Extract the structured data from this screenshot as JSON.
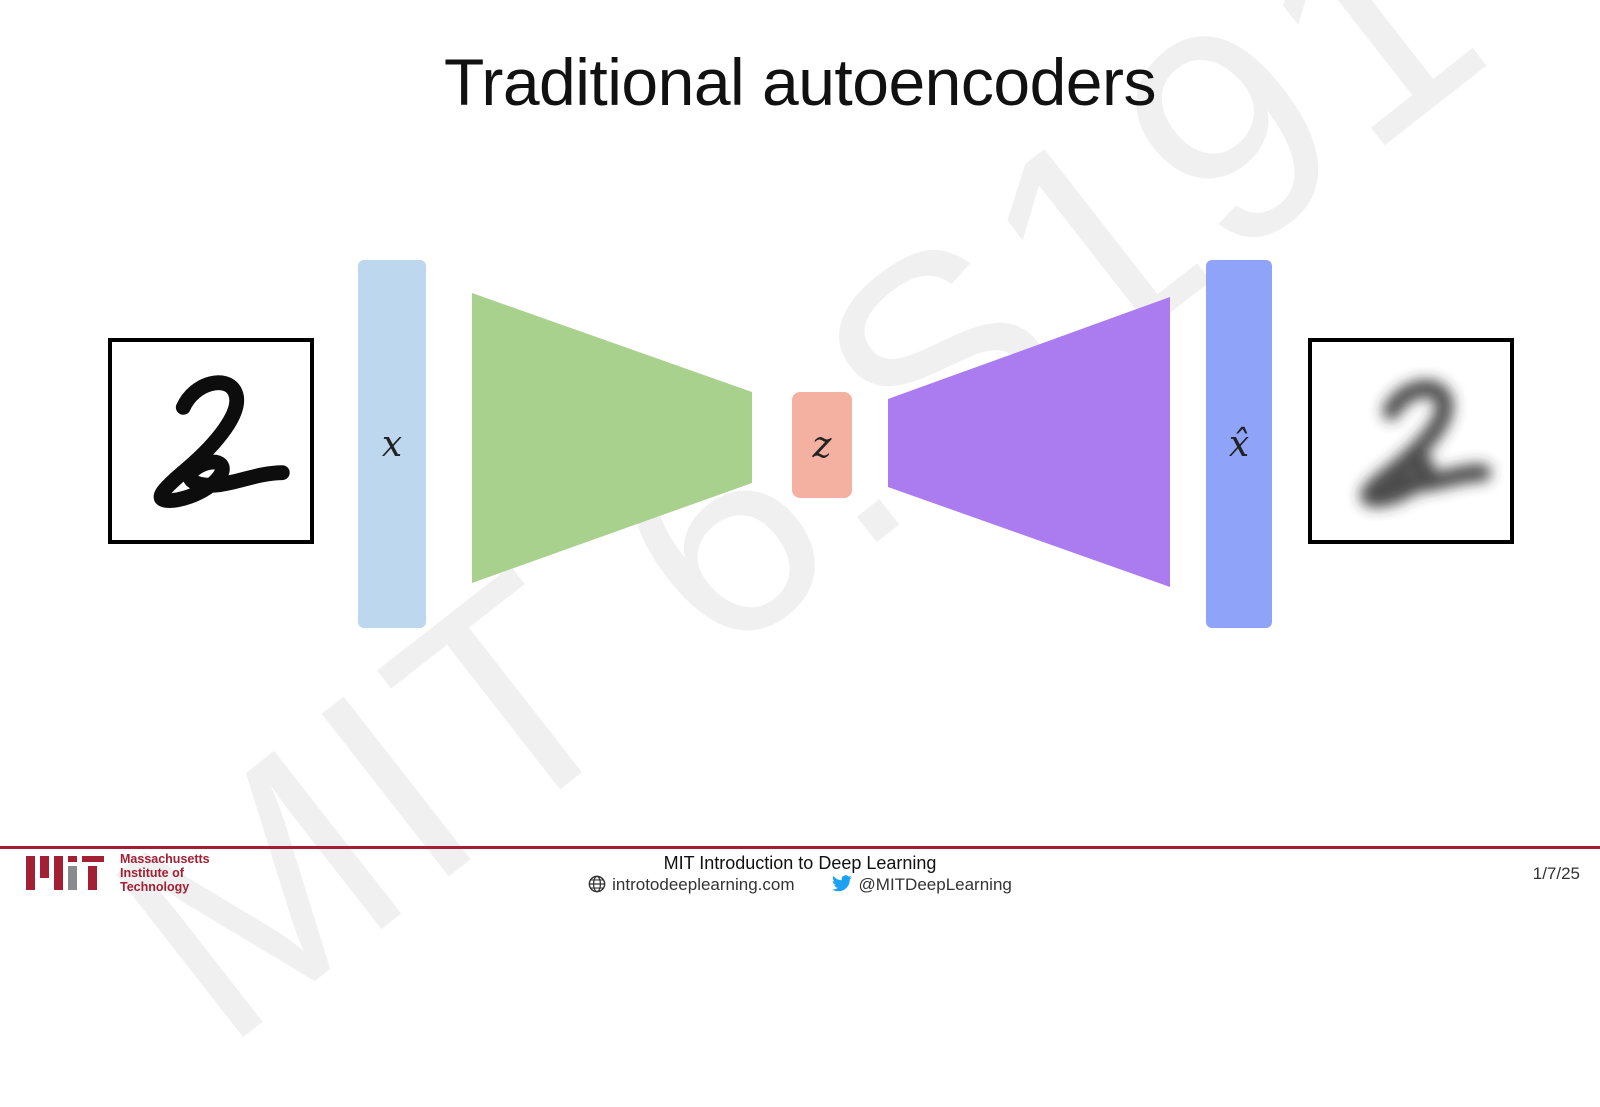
{
  "slide": {
    "title": "Traditional autoencoders",
    "watermark": "MIT 6.S191"
  },
  "diagram": {
    "input_label": "x",
    "latent_label": "z",
    "output_label": "x̂",
    "colors": {
      "input_bar": "#bdd7ee",
      "encoder": "#a9d18e",
      "latent": "#f4b0a0",
      "decoder": "#ab7bf0",
      "output_bar": "#8fa3f8"
    },
    "input_image": "handwritten-digit-2",
    "output_image": "blurry-reconstructed-digit-2"
  },
  "footer": {
    "institution_lines": [
      "Massachusetts",
      "Institute of",
      "Technology"
    ],
    "course_name": "MIT Introduction to Deep Learning",
    "website": "introtodeeplearning.com",
    "twitter": "@MITDeepLearning",
    "slide_number": "1/7/25",
    "accent_color": "#a31f34"
  }
}
